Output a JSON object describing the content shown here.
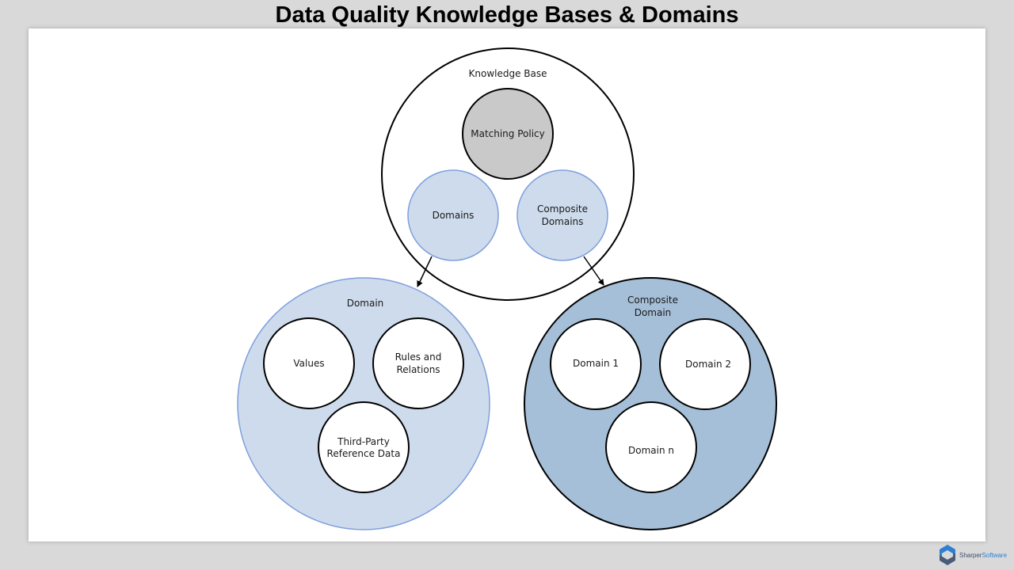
{
  "title": "Data Quality Knowledge Bases & Domains",
  "diagram": {
    "knowledge_base": {
      "label": "Knowledge Base",
      "matching_policy": "Matching Policy",
      "domains": "Domains",
      "composite_domains": [
        "Composite",
        "Domains"
      ]
    },
    "domain": {
      "label": "Domain",
      "values": "Values",
      "rules": [
        "Rules and",
        "Relations"
      ],
      "reference": [
        "Third-Party",
        "Reference Data"
      ]
    },
    "composite_domain": {
      "label": [
        "Composite",
        "Domain"
      ],
      "domain1": "Domain 1",
      "domain2": "Domain 2",
      "domainn": "Domain n"
    }
  },
  "colors": {
    "light_blue": "#cddbec",
    "light_blue_stroke": "#7f9fdc",
    "steel_blue": "#a5bfd8",
    "gray": "#c9c9c9",
    "logo_blue": "#2f7fd1"
  },
  "logo": {
    "name": "Sharper",
    "accent": "Software"
  }
}
